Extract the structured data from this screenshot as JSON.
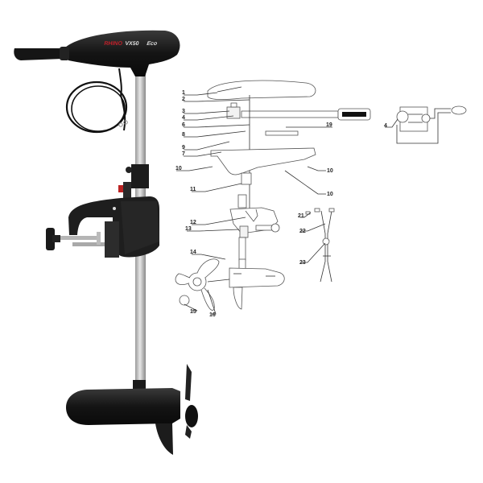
{
  "product": {
    "brand_text_red": "RHINO",
    "model_text": "VX50",
    "series_text": "Eco",
    "colors": {
      "body": "#1a1a1a",
      "shaft": "#c8c8c8",
      "accent_red": "#c0202a",
      "line": "#444444",
      "background": "#ffffff"
    }
  },
  "diagram": {
    "callouts": [
      {
        "id": "1",
        "label": "1"
      },
      {
        "id": "2",
        "label": "2"
      },
      {
        "id": "3",
        "label": "3"
      },
      {
        "id": "4",
        "label": "4"
      },
      {
        "id": "6",
        "label": "6"
      },
      {
        "id": "8",
        "label": "8"
      },
      {
        "id": "9",
        "label": "9"
      },
      {
        "id": "7",
        "label": "7"
      },
      {
        "id": "10a",
        "label": "10"
      },
      {
        "id": "10b",
        "label": "10"
      },
      {
        "id": "10c",
        "label": "10"
      },
      {
        "id": "11",
        "label": "11"
      },
      {
        "id": "19",
        "label": "19"
      },
      {
        "id": "12",
        "label": "12"
      },
      {
        "id": "13",
        "label": "13"
      },
      {
        "id": "14",
        "label": "14"
      },
      {
        "id": "15",
        "label": "15"
      },
      {
        "id": "16",
        "label": "16"
      },
      {
        "id": "21",
        "label": "21"
      },
      {
        "id": "22",
        "label": "22"
      },
      {
        "id": "23",
        "label": "23"
      },
      {
        "id": "4w",
        "label": "4"
      }
    ]
  }
}
